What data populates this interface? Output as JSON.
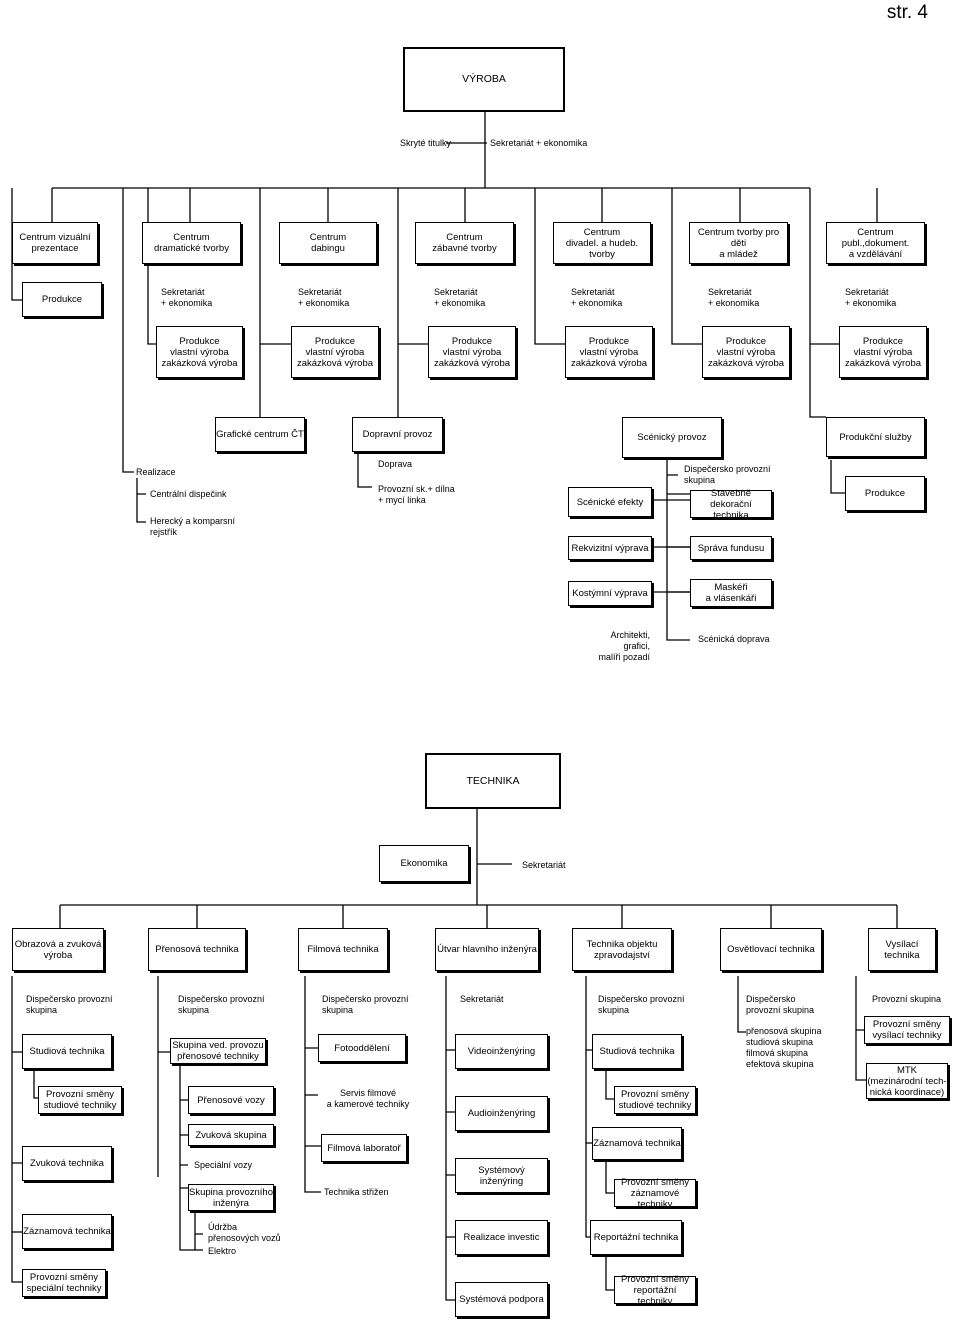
{
  "page_label": "str. 4",
  "vyroba": {
    "title": "VÝROBA",
    "skryte_titulky": "Skryté titulky",
    "sekretariat": "Sekretariát + ekonomika",
    "centra": [
      "Centrum vizuální\nprezentace",
      "Centrum\ndramatické tvorby",
      "Centrum\ndabingu",
      "Centrum\nzábavné tvorby",
      "Centrum\ndivadel. a hudeb. tvorby",
      "Centrum tvorby pro děti\na mládež",
      "Centrum publ.,dokument.\na vzdělávání"
    ],
    "produkce": "Produkce",
    "sekretariat_ek": "Sekretariát\n+ ekonomika",
    "produkce_vlastni": "Produkce\nvlastní výroba\nzakázková výroba",
    "realizace": "Realizace",
    "centralni_dispecink": "Centrální dispečink",
    "herecky": "Herecký a komparsní\nrejstřík",
    "graficke_centrum": "Grafické centrum ČT",
    "dopravni_provoz": "Dopravní provoz",
    "doprava": "Doprava",
    "provozni_sk": "Provozní sk.+ dílna\n+ mycí linka",
    "scenicky_provoz": "Scénický provoz",
    "dispecersko_skupina": "Dispečersko provozní\nskupina",
    "scenicke_efekty": "Scénické efekty",
    "stavebne": "Stavebně dekorační\ntechnika",
    "rekvizitni": "Rekvizitní výprava",
    "sprava_fundusu": "Správa fundusu",
    "kostymni": "Kostýmní výprava",
    "maskeri": "Maskéři\na vlásenkáři",
    "architekti": "Architekti, grafici,\nmalíři pozadí",
    "scenicka_doprava": "Scénická doprava",
    "produkcni_sluzby": "Produkční služby",
    "produkce2": "Produkce"
  },
  "technika": {
    "title": "TECHNIKA",
    "ekonomika": "Ekonomika",
    "sekretariat": "Sekretariát",
    "divisions": [
      "Obrazová a zvuková\nvýroba",
      "Přenosová technika",
      "Filmová technika",
      "Útvar hlavního inženýra",
      "Technika objektu\nzpravodajství",
      "Osvětlovací technika",
      "Vysílací technika"
    ],
    "c1": {
      "disp": "Dispečersko provozní\nskupina",
      "studiova": "Studiová technika",
      "provozni_smeny": "Provozní směny\nstudiové techniky",
      "zvukova": "Zvuková technika",
      "zaznamova": "Záznamová technika",
      "provozni_specialni": "Provozní směny\nspeciální techniky"
    },
    "c2": {
      "disp": "Dispečersko provozní\nskupina",
      "skupina_ved": "Skupina ved. provozu\npřenosové techniky",
      "prenosove_vozy": "Přenosové vozy",
      "zvukova_skupina": "Zvuková skupina",
      "specialni_vozy": "Speciální vozy",
      "skupina_inz": "Skupina provozního\ninženýra",
      "udrzba": "Údržba\npřenosových vozů",
      "elektro": "Elektro"
    },
    "c3": {
      "disp": "Dispečersko provozní\nskupina",
      "fotooddeleni": "Fotooddělení",
      "servis": "Servis filmové\na kamerové techniky",
      "filmova_lab": "Filmová laboratoř",
      "strizen": "Technika střižen"
    },
    "c4": {
      "sekretariat": "Sekretariát",
      "video": "Videoinženýring",
      "audio": "Audioinženýring",
      "systemovy": "Systémový inženýring",
      "realizace": "Realizace investic",
      "podpora": "Systémová podpora"
    },
    "c5": {
      "disp": "Dispečersko provozní\nskupina",
      "studiova": "Studiová technika",
      "provozni_studiove": "Provozní směny\nstudiové techniky",
      "zaznamova": "Záznamová technika",
      "provozni_zaznamove": "Provozní směny\nzáznamové techniky",
      "reportazni": "Reportážní technika",
      "provozni_reportazni": "Provozní směny\nreportážní techniky"
    },
    "c6": {
      "disp": "Dispečersko\nprovozní skupina",
      "skupiny": "přenosová skupina\nstudiová skupina\nfilmová skupina\nefektová skupina"
    },
    "c7": {
      "provozni_skupina": "Provozní skupina",
      "provozni_smeny": "Provozní směny\nvysílací techniky",
      "mtk": "MTK\n(mezinárodní tech-\nnická koordinace)"
    }
  }
}
